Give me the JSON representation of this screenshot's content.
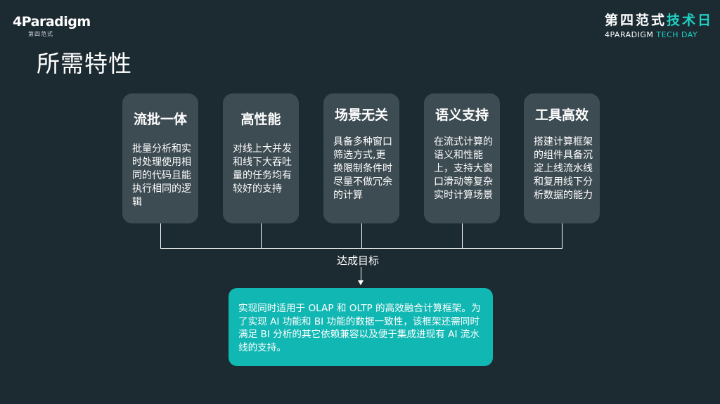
{
  "logo": {
    "text": "4Paradigm",
    "sub": "第四范式"
  },
  "event": {
    "cn_main": "第四范式",
    "cn_accent": "技术日",
    "en_main": "4PARADIGM ",
    "en_accent": "TECH DAY"
  },
  "title": "所需特性",
  "cards": [
    {
      "title": "流批一体",
      "body": "批量分析和实时处理使用相同的代码且能执行相同的逻辑"
    },
    {
      "title": "高性能",
      "body": "对线上大并发和线下大吞吐量的任务均有较好的支持"
    },
    {
      "title": "场景无关",
      "body": "具备多种窗口筛选方式,更换限制条件时尽量不做冗余的计算"
    },
    {
      "title": "语义支持",
      "body": "在流式计算的语义和性能上，支持大窗口滑动等复杂实时计算场景"
    },
    {
      "title": "工具高效",
      "body": "搭建计算框架的组件具备沉淀上线流水线和复用线下分析数据的能力"
    }
  ],
  "target_label": "达成目标",
  "goal_text": "实现同时适用于 OLAP 和 OLTP 的高效融合计算框架。为了实现 AI 功能和 BI 功能的数据一致性，该框架还需同时满足 BI 分析的其它依赖兼容以及便于集成进现有 AI 流水线的支持。"
}
